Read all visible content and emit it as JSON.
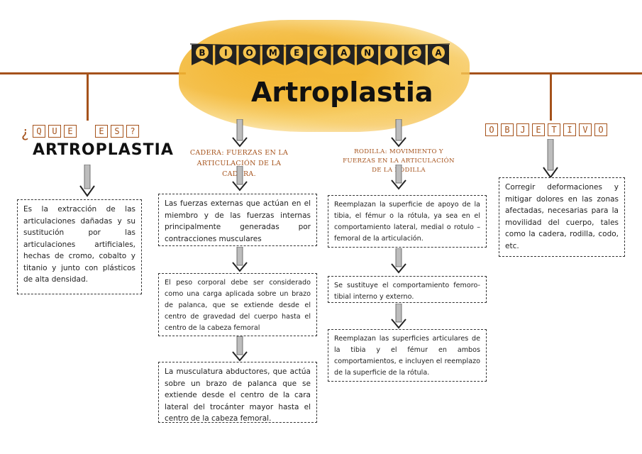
{
  "header": {
    "banner_letters": [
      "B",
      "I",
      "O",
      "M",
      "E",
      "C",
      "A",
      "N",
      "I",
      "C",
      "A"
    ],
    "title": "Artroplastia"
  },
  "left": {
    "question_letters": [
      "Q",
      "U",
      "E",
      "E",
      "S",
      "?"
    ],
    "question_mark_open": "¿",
    "title": "ARTROPLASTIA",
    "box_text": "Es la extracción de las articulaciones dañadas y su sustitución por las articulaciones artificiales, hechas de cromo, cobalto y titanio y junto con plásticos de alta densidad."
  },
  "hip": {
    "subtitle": "CADERA: FUERZAS EN LA ARTICULACIÓN DE LA CADERA.",
    "box1": "Las fuerzas externas que actúan en el miembro y de las fuerzas internas principalmente generadas por contracciones musculares",
    "box2": "El peso corporal debe ser considerado como una carga aplicada sobre un brazo de palanca, que se extiende desde el centro de gravedad del cuerpo hasta el centro de la cabeza femoral",
    "box3": "La musculatura abductores, que actúa sobre un brazo de palanca que se extiende desde el centro de la cara lateral del trocánter mayor hasta el centro de la cabeza femoral."
  },
  "knee": {
    "subtitle": "RODILLA: MOVIMIENTO Y FUERZAS EN LA ARTICULACIÓN DE LA RODILLA",
    "box1": "Reemplazan la superficie de apoyo de la tibia, el fémur o la rótula, ya sea en el comportamiento lateral, medial o rotulo – femoral de la articulación.",
    "box2": "Se sustituye el comportamiento femoro-tibial interno y externo.",
    "box3": "Reemplazan las superficies articulares de la tibia y el fémur en ambos comportamientos, e incluyen el reemplazo de la superficie de la rótula."
  },
  "objective": {
    "letters": [
      "O",
      "B",
      "J",
      "E",
      "T",
      "I",
      "V",
      "O"
    ],
    "box_text": "Corregir deformaciones y mitigar dolores en las zonas afectadas, necesarias para la movilidad del cuerpo, tales como la cadera, rodilla, codo, etc."
  },
  "colors": {
    "accent": "#a5521b",
    "splash": "#f3b733"
  }
}
